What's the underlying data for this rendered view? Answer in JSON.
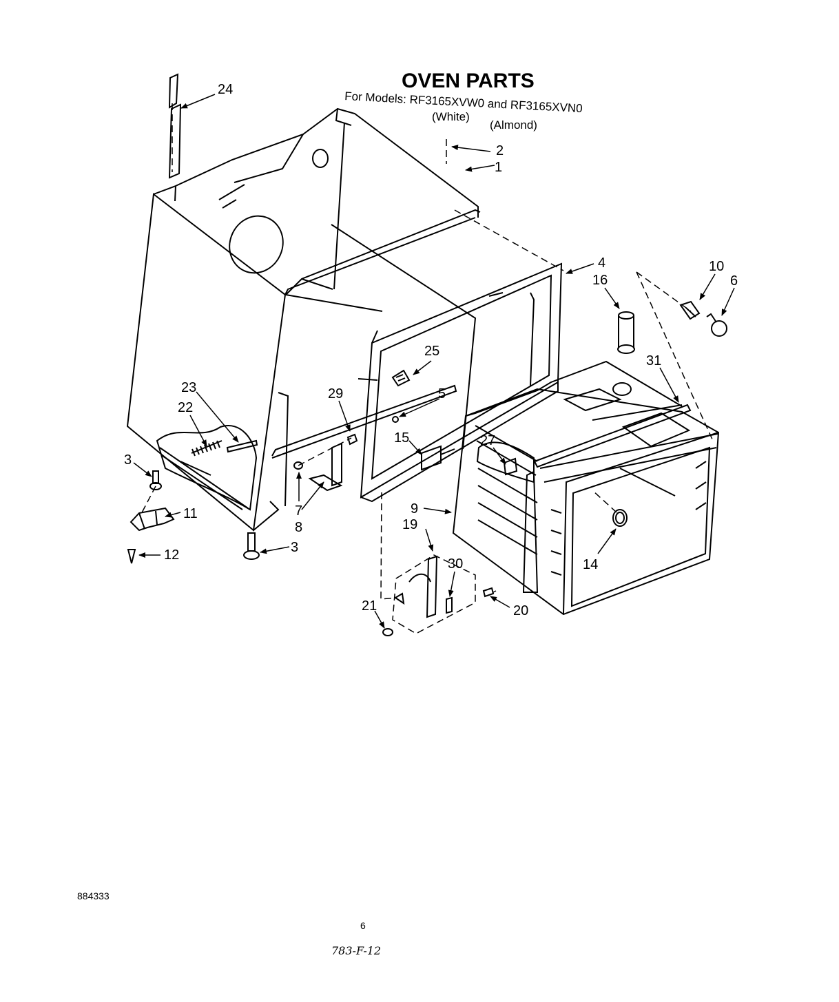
{
  "header": {
    "title": "OVEN PARTS",
    "models_line": "For Models: RF3165XVW0 and RF3165XVN0",
    "color_white": "(White)",
    "color_almond": "(Almond)"
  },
  "callouts": [
    "24",
    "2",
    "1",
    "4",
    "16",
    "10",
    "6",
    "31",
    "25",
    "29",
    "5",
    "15",
    "23",
    "22",
    "27",
    "3",
    "7",
    "8",
    "11",
    "9",
    "19",
    "14",
    "12",
    "3",
    "30",
    "20",
    "21"
  ],
  "footer": {
    "drawing_number": "884333",
    "page_number": "6",
    "handwritten_code": "783-F-12"
  }
}
